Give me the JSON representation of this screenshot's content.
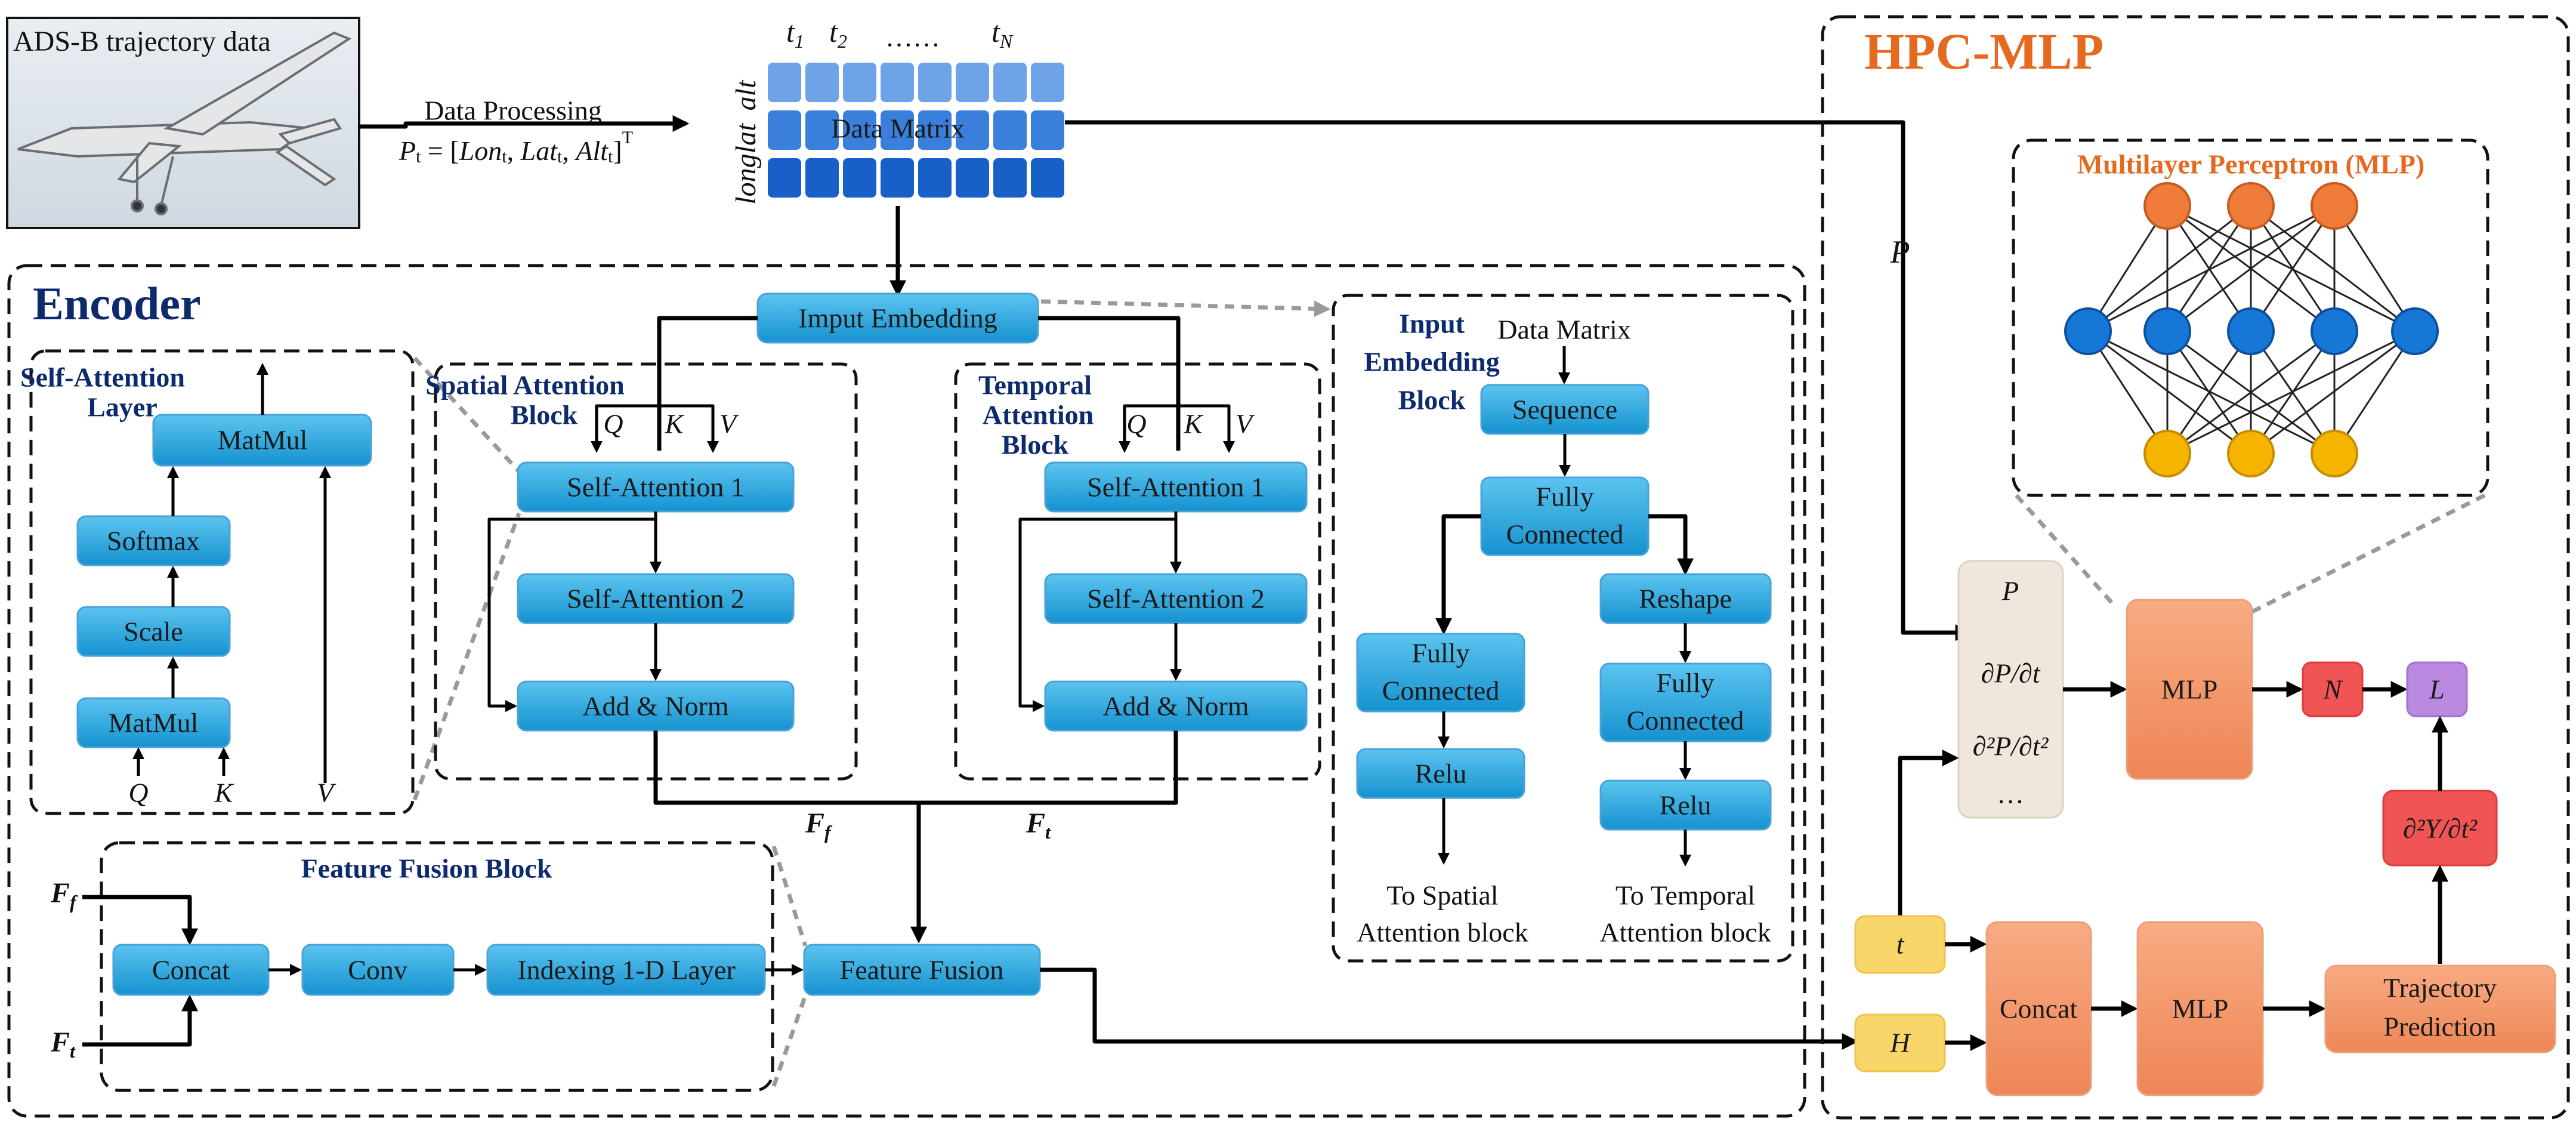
{
  "input": {
    "title": "ADS-B trajectory data",
    "processing_label": "Data Processing",
    "formula": "Pt = [Lont, Latt, Altt]T"
  },
  "data_matrix": {
    "label": "Data Matrix",
    "time_labels": [
      "t1",
      "t2",
      "……",
      "tN"
    ],
    "row_labels": [
      "alt",
      "lat",
      "long"
    ]
  },
  "encoder": {
    "title": "Encoder",
    "input_embedding": "Imput Embedding",
    "self_attention_layer": {
      "title_line1": "Self-Attention",
      "title_line2": "Layer",
      "blocks": [
        "MatMul",
        "Softmax",
        "Scale",
        "MatMul"
      ],
      "inputs": [
        "Q",
        "K",
        "V"
      ]
    },
    "spatial": {
      "title_line1": "Spatial Attention",
      "title_line2": "Block",
      "qkv": [
        "Q",
        "K",
        "V"
      ],
      "blocks": [
        "Self-Attention 1",
        "Self-Attention 2",
        "Add & Norm"
      ],
      "output": "Ff"
    },
    "temporal": {
      "title_line1": "Temporal",
      "title_line2": "Attention",
      "title_line3": "Block",
      "qkv": [
        "Q",
        "K",
        "V"
      ],
      "blocks": [
        "Self-Attention 1",
        "Self-Attention 2",
        "Add & Norm"
      ],
      "output": "Ft"
    },
    "embedding_block": {
      "title_line1": "Input",
      "title_line2": "Embedding",
      "title_line3": "Block",
      "data_matrix": "Data Matrix",
      "sequence": "Sequence",
      "fc_main_line1": "Fully",
      "fc_main_line2": "Connected",
      "fc_left_line1": "Fully",
      "fc_left_line2": "Connected",
      "relu_left": "Relu",
      "reshape": "Reshape",
      "fc_right_line1": "Fully",
      "fc_right_line2": "Connected",
      "relu_right": "Relu",
      "to_spatial_line1": "To Spatial",
      "to_spatial_line2": "Attention block",
      "to_temporal_line1": "To Temporal",
      "to_temporal_line2": "Attention block"
    },
    "fusion_block": {
      "title": "Feature Fusion Block",
      "input_f": "Ff",
      "input_t": "Ft",
      "concat": "Concat",
      "conv": "Conv",
      "indexing": "Indexing 1-D Layer"
    },
    "feature_fusion": "Feature Fusion"
  },
  "hpc_mlp": {
    "title": "HPC-MLP",
    "mlp_title": "Multilayer Perceptron (MLP)",
    "p_label": "P",
    "derivatives": [
      "P",
      "∂P/∂t",
      "∂²P/∂t²",
      "…"
    ],
    "mlp_top": "MLP",
    "n_label": "N",
    "l_label": "L",
    "y_deriv": "∂²Y/∂t²",
    "t_label": "t",
    "h_label": "H",
    "concat": "Concat",
    "mlp_bottom": "MLP",
    "traj_line1": "Trajectory",
    "traj_line2": "Prediction"
  },
  "colors": {
    "blue_block": "#1fa2dc",
    "orange_block": "#f2966b",
    "title_blue": "#0d2a6e",
    "title_orange": "#e56a1f",
    "node_orange": "#f07c3c",
    "node_blue": "#1777d6",
    "node_yellow": "#f5b400",
    "yellow_block": "#f9d66a",
    "red_block": "#f05454",
    "purple_block": "#b98ae0",
    "beige_block": "#efe7dc"
  }
}
